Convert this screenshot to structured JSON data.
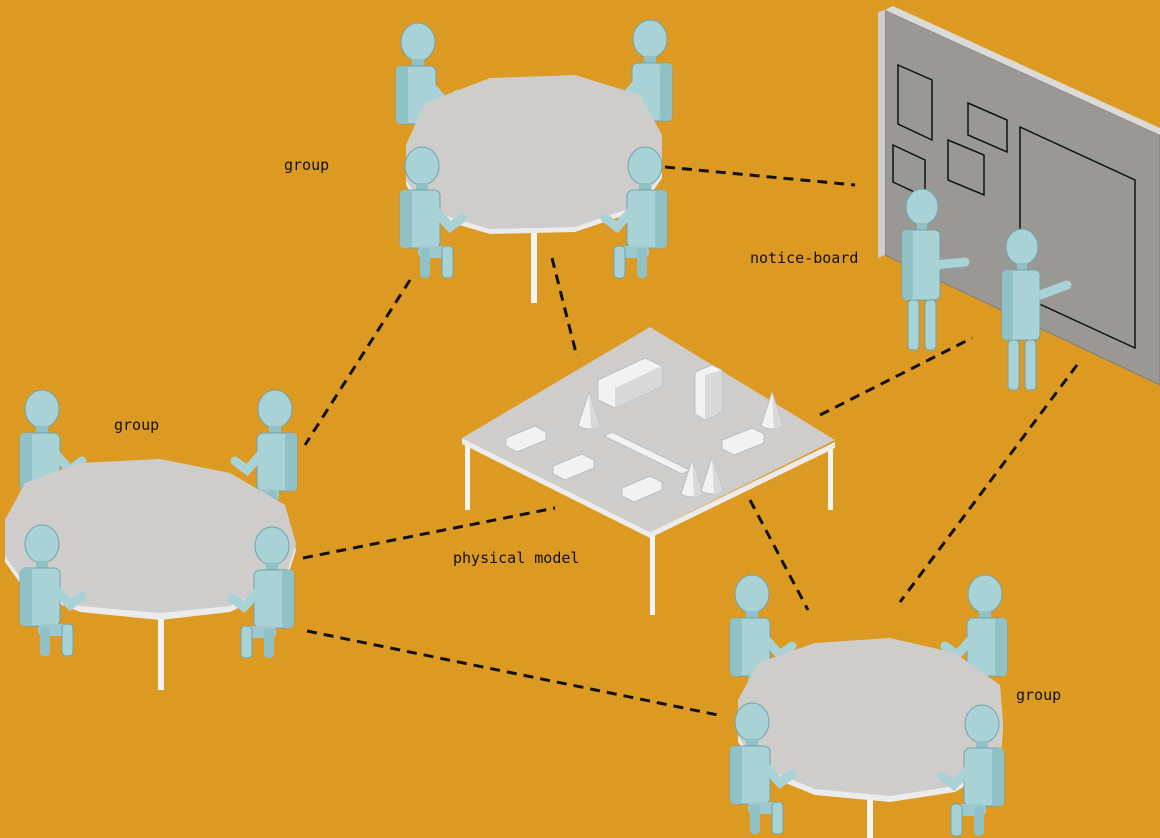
{
  "labels": {
    "group_top": "group",
    "group_left": "group",
    "group_bottom_right": "group",
    "notice_board": "notice-board",
    "physical_model": "physical model"
  },
  "colors": {
    "background": "#dd9a22",
    "table_top": "#cfcdcb",
    "table_edge": "#ebebeb",
    "person_fill": "#a8d2d6",
    "person_shade": "#7fb4ba",
    "board_face": "#9a9894",
    "board_side": "#cfcdcb",
    "connector": "#111111"
  },
  "icons": [
    "person-figure",
    "round-table",
    "notice-board",
    "model-table",
    "cone",
    "block"
  ]
}
